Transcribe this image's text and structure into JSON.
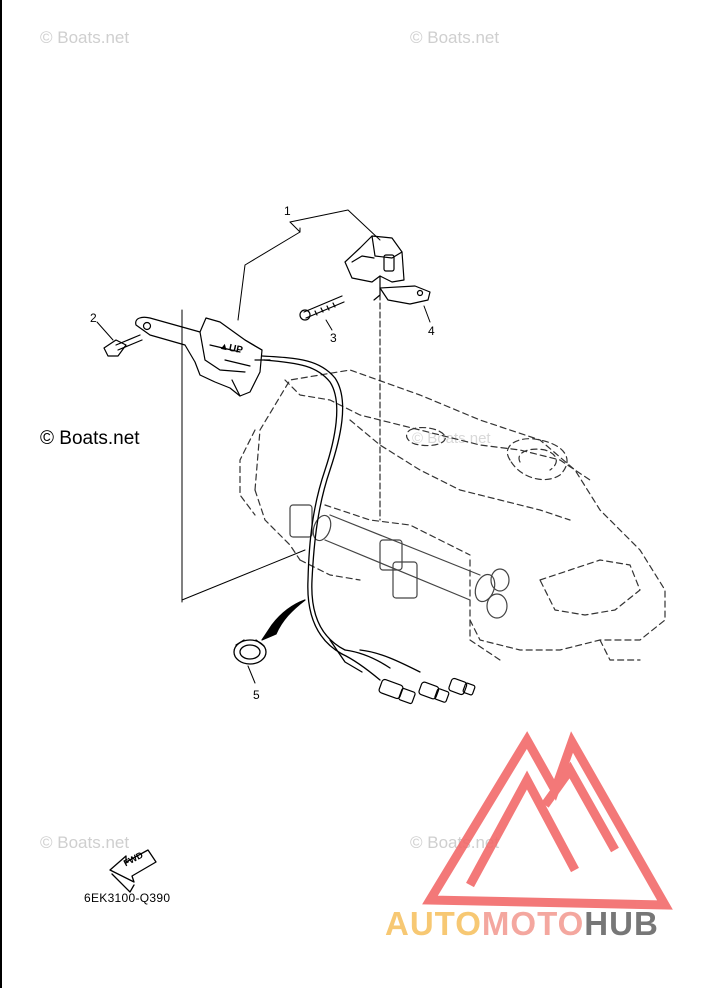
{
  "watermarks": [
    "© Boats.net",
    "© Boats.net",
    "© Boats.net",
    "© Boats.net",
    "© Boats.net"
  ],
  "copyright": "© Boats.net",
  "diagram_code": "6EK3100-Q390",
  "callouts": [
    "1",
    "2",
    "3",
    "4",
    "5"
  ],
  "part_labels": {
    "up_arrow": "▲UP",
    "fwd": "FWD"
  },
  "logo": {
    "part1": "AUTO",
    "part2": "MOTO",
    "part3": "HUB"
  },
  "colors": {
    "logo_yellow": "#f7c873",
    "logo_pink": "#f4a79f",
    "logo_gray": "#777777",
    "logo_mark": "#f26a6a"
  }
}
